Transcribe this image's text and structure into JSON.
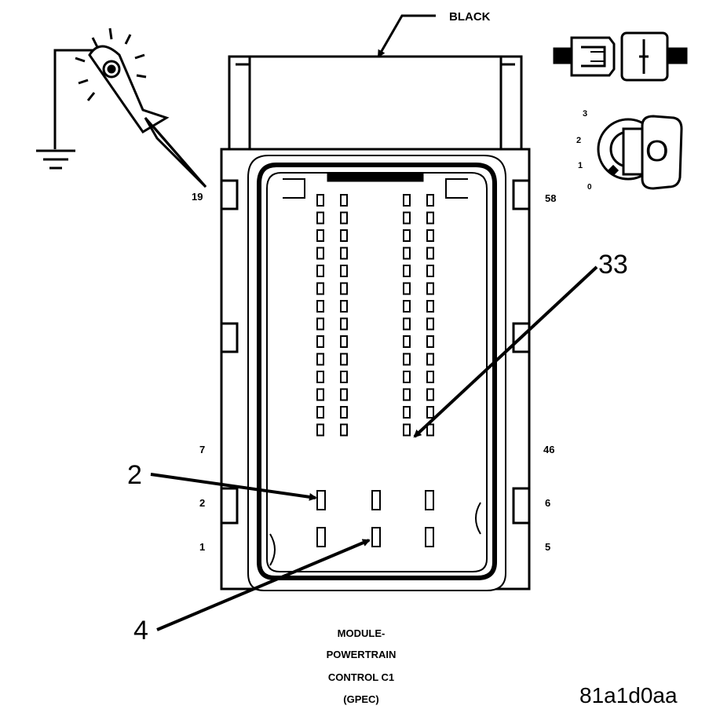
{
  "wire_color_label": "BLACK",
  "pin_labels": {
    "left_top": "19",
    "left_mid": "7",
    "left_row2": "2",
    "left_row1": "1",
    "right_top": "58",
    "right_mid": "46",
    "right_row2": "6",
    "right_row1": "5"
  },
  "callouts": {
    "pin_33": "33",
    "pin_2": "2",
    "pin_4": "4"
  },
  "ignition_positions": [
    "3",
    "2",
    "1",
    "0"
  ],
  "key_glyph": "O",
  "connector_title": [
    "MODULE-",
    "POWERTRAIN",
    "CONTROL C1",
    "(GPEC)"
  ],
  "figure_id": "81a1d0aa",
  "icons": [
    "ground-symbol-icon",
    "test-probe-icon",
    "connector-halves-icon",
    "ignition-key-icon"
  ]
}
